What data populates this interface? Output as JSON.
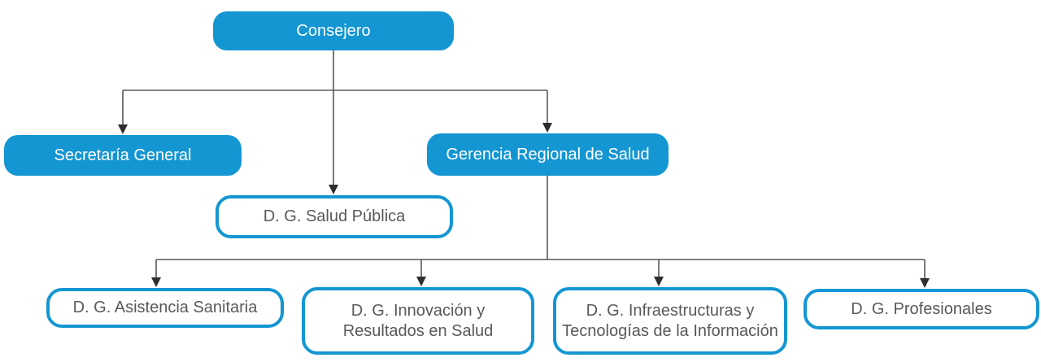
{
  "colors": {
    "primary_blue": "#1496D2",
    "line_gray": "#58585A",
    "arrow_dark": "#2E2E30",
    "text_gray": "#58595B"
  },
  "org_chart": {
    "nodes": {
      "consejero": {
        "label": "Consejero"
      },
      "secretaria_general": {
        "label": "Secretaría General"
      },
      "gerencia_regional": {
        "label": "Gerencia Regional de Salud"
      },
      "dg_salud_publica": {
        "label": "D. G. Salud Pública"
      },
      "dg_asistencia_sanitaria": {
        "label": "D. G. Asistencia Sanitaria"
      },
      "dg_innovacion": {
        "label": "D. G. Innovación y Resultados en Salud",
        "lines": [
          "D. G. Innovación y",
          "Resultados en Salud"
        ]
      },
      "dg_infraestructuras": {
        "label": "D. G. Infraestructuras y Tecnologías de la Información",
        "lines": [
          "D. G. Infraestructuras y",
          "Tecnologías de la Información"
        ]
      },
      "dg_profesionales": {
        "label": "D. G. Profesionales"
      }
    }
  }
}
